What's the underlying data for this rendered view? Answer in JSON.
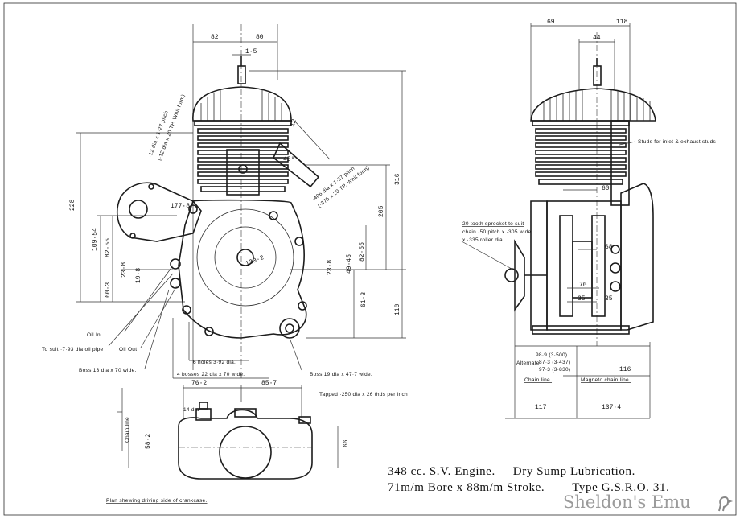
{
  "title": {
    "line1_part1": "348 cc. S.V. Engine.",
    "line1_part2": "Dry Sump Lubrication.",
    "line2_part1": "71m/m Bore x 88m/m Stroke.",
    "line2_part2": "Type G.S.R.O. 31."
  },
  "watermark": "Sheldon's Emu",
  "plan_caption": "Plan shewing driving side of crankcase.",
  "side_view": {
    "top_dims": [
      "82",
      "80"
    ],
    "plug_dim": "1·5",
    "heights": [
      "228",
      "316",
      "205",
      "110"
    ],
    "left_heights": [
      "109·54",
      "82·55",
      "60·3",
      "23·8",
      "19·8"
    ],
    "inner_dims": [
      "82·55",
      "49·45",
      "23·8",
      "61·3",
      "177·8",
      "130·2"
    ],
    "angle": "45°",
    "plug_angle_dim": "12",
    "notes": {
      "plug_thread": "·12 dia x 1·27 pitch",
      "plug_thread_2": "(·12 dia x 20 TP. Whit form)",
      "exhaust_thread": "·406 dia x 1·27 pitch",
      "exhaust_thread_2": "(·375 x 20 TP. Whit form)",
      "oil_in": "Oil In",
      "oil_pipe": "To suit ·7·93 dia oil pipe",
      "oil_out": "Oil Out",
      "boss_left": "Boss 13 dia x 70 wide.",
      "holes": "6 holes 3·92 dia.",
      "bosses": "4 bosses 22 dia x 70 wide.",
      "boss_right": "Boss 19 dia x 47·7 wide."
    }
  },
  "front_view": {
    "top_dims": [
      "69",
      "118",
      "44"
    ],
    "inner_dims": [
      "60",
      "68",
      "70",
      "35",
      "35"
    ],
    "studs_note": "Studs for inlet & exhaust studs",
    "sprocket_note_1": "20 tooth sprocket to suit",
    "sprocket_note_2": "chain ·50 pitch x ·305 wide",
    "sprocket_note_3": "x ·335 roller dia.",
    "alternate_label": "Alternate",
    "chain_line_values": [
      "98·9 (3·500)",
      "87·3 (3·437)",
      "97·3 (3·830)"
    ],
    "chain_line_label": "Chain line.",
    "magneto_label": "Magneto chain line.",
    "magneto_dim": "116",
    "bottom_dims": [
      "117",
      "137·4"
    ]
  },
  "plan_view": {
    "top_dims": [
      "76·2",
      "85·7"
    ],
    "small_dim": "14 dia",
    "height_dims": [
      "58·2",
      "66"
    ],
    "chain_line": "Chain line",
    "tapped_note": "Tapped ·250 dia x 26 thds per inch"
  }
}
